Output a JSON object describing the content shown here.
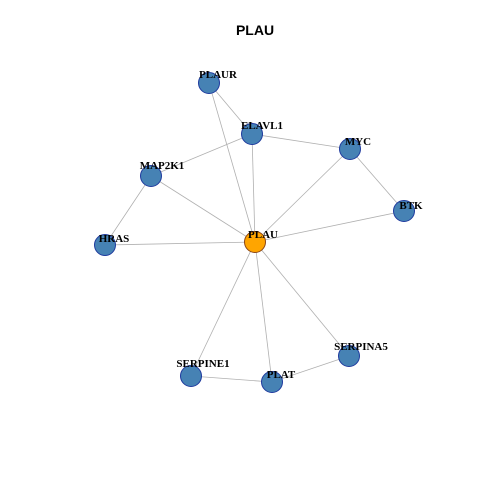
{
  "title": "PLAU",
  "colors": {
    "center_fill": "#FFA500",
    "center_stroke": "#8B4513",
    "node_fill": "#4682B4",
    "node_stroke": "#1E3A9E",
    "edge": "#b0b0b0"
  },
  "nodes": [
    {
      "id": "PLAU",
      "label": "PLAU",
      "center": true
    },
    {
      "id": "PLAUR",
      "label": "PLAUR"
    },
    {
      "id": "ELAVL1",
      "label": "ELAVL1"
    },
    {
      "id": "MYC",
      "label": "MYC"
    },
    {
      "id": "MAP2K1",
      "label": "MAP2K1"
    },
    {
      "id": "BTK",
      "label": "BTK"
    },
    {
      "id": "HRAS",
      "label": "HRAS"
    },
    {
      "id": "SERPINA5",
      "label": "SERPINA5"
    },
    {
      "id": "SERPINE1",
      "label": "SERPINE1"
    },
    {
      "id": "PLAT",
      "label": "PLAT"
    }
  ],
  "edges": [
    [
      "PLAU",
      "PLAUR"
    ],
    [
      "PLAU",
      "ELAVL1"
    ],
    [
      "PLAU",
      "MYC"
    ],
    [
      "PLAU",
      "MAP2K1"
    ],
    [
      "PLAU",
      "BTK"
    ],
    [
      "PLAU",
      "HRAS"
    ],
    [
      "PLAU",
      "SERPINA5"
    ],
    [
      "PLAU",
      "SERPINE1"
    ],
    [
      "PLAU",
      "PLAT"
    ],
    [
      "PLAUR",
      "ELAVL1"
    ],
    [
      "ELAVL1",
      "MYC"
    ],
    [
      "ELAVL1",
      "MAP2K1"
    ],
    [
      "MYC",
      "BTK"
    ],
    [
      "MAP2K1",
      "HRAS"
    ],
    [
      "SERPINE1",
      "PLAT"
    ],
    [
      "PLAT",
      "SERPINA5"
    ]
  ]
}
